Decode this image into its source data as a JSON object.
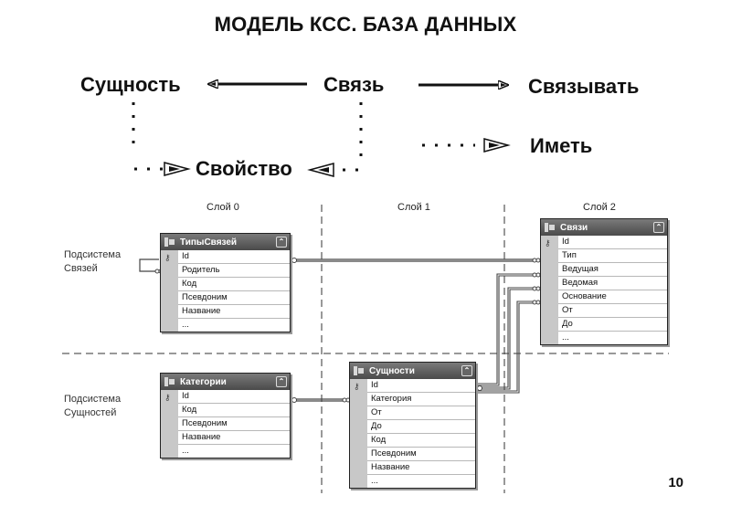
{
  "title": "МОДЕЛЬ КСС. БАЗА ДАННЫХ",
  "concepts": {
    "entity": "Сущность",
    "link": "Связь",
    "bind": "Связывать",
    "property": "Свойство",
    "have": "Иметь"
  },
  "layers": [
    "Слой 0",
    "Слой 1",
    "Слой 2"
  ],
  "subsystems": {
    "links_line1": "Подсистема",
    "links_line2": "Связей",
    "entities_line1": "Подсистема",
    "entities_line2": "Сущностей"
  },
  "tables": {
    "link_types": {
      "name": "ТипыСвязей",
      "fields": [
        "Id",
        "Родитель",
        "Код",
        "Псевдоним",
        "Название",
        "..."
      ]
    },
    "categories": {
      "name": "Категории",
      "fields": [
        "Id",
        "Код",
        "Псевдоним",
        "Название",
        "..."
      ]
    },
    "entities": {
      "name": "Сущности",
      "fields": [
        "Id",
        "Категория",
        "От",
        "До",
        "Код",
        "Псевдоним",
        "Название",
        "..."
      ]
    },
    "links": {
      "name": "Связи",
      "fields": [
        "Id",
        "Тип",
        "Ведущая",
        "Ведомая",
        "Основание",
        "От",
        "До",
        "..."
      ]
    }
  },
  "page_number": "10"
}
